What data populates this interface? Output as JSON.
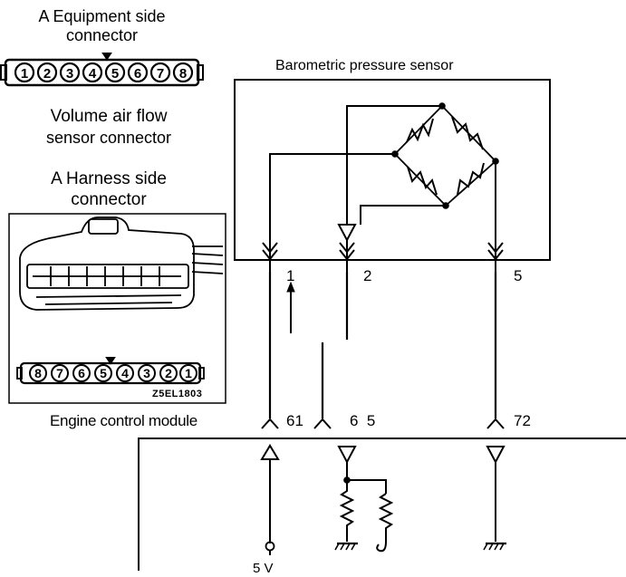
{
  "left_panel": {
    "equipment_connector_title_line1": "A Equipment side",
    "equipment_connector_title_line2": "connector",
    "equipment_pins": [
      "1",
      "2",
      "3",
      "4",
      "5",
      "6",
      "7",
      "8"
    ],
    "vaf_label_line1": "Volume air flow",
    "vaf_label_line2": "sensor  connector",
    "harness_connector_title_line1": "A Harness side",
    "harness_connector_title_line2": "connector",
    "harness_pins": [
      "8",
      "7",
      "6",
      "5",
      "4",
      "3",
      "2",
      "1"
    ],
    "figure_code": "Z5EL1803"
  },
  "sensor": {
    "title": "Barometric pressure sensor",
    "pin_labels": [
      "1",
      "2",
      "5"
    ]
  },
  "ecm": {
    "title": "Engine control module",
    "pin_labels": [
      "61",
      "6  5",
      "72"
    ],
    "supply_label": "5 V"
  },
  "colors": {
    "line": "#000000",
    "background": "#ffffff"
  }
}
